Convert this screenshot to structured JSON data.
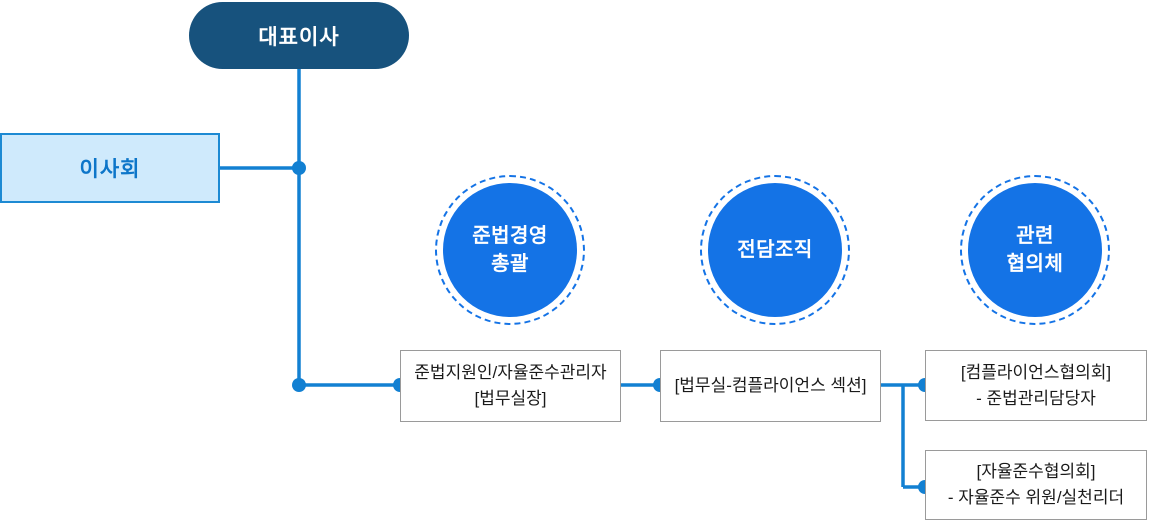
{
  "org_chart": {
    "ceo": {
      "label": "대표이사"
    },
    "board": {
      "label": "이사회"
    },
    "categories": [
      {
        "name": "compliance-management-lead",
        "lines": [
          "준법경영",
          "총괄"
        ]
      },
      {
        "name": "dedicated-organization",
        "lines": [
          "전담조직"
        ]
      },
      {
        "name": "related-councils",
        "lines": [
          "관련",
          "협의체"
        ]
      }
    ],
    "nodes": [
      {
        "name": "compliance-officer",
        "lines": [
          "준법지원인/자율준수관리자",
          "[법무실장]"
        ]
      },
      {
        "name": "legal-compliance-section",
        "lines": [
          "[법무실-컴플라이언스 섹션]"
        ]
      },
      {
        "name": "compliance-council",
        "lines": [
          "[컴플라이언스협의회]",
          "- 준법관리담당자"
        ]
      },
      {
        "name": "voluntary-compliance-council",
        "lines": [
          "[자율준수협의회]",
          "- 자율준수 위원/실천리더"
        ]
      }
    ],
    "colors": {
      "ceo_bg": "#17527d",
      "ceo_text": "#ffffff",
      "board_bg": "#cfeafc",
      "board_border": "#1d8ad3",
      "board_text": "#0d76c9",
      "circle_fill": "#1473e6",
      "circle_text": "#ffffff",
      "connector": "#1280d2",
      "node_border": "#9a9a9a",
      "node_text": "#1a1a1a"
    }
  }
}
